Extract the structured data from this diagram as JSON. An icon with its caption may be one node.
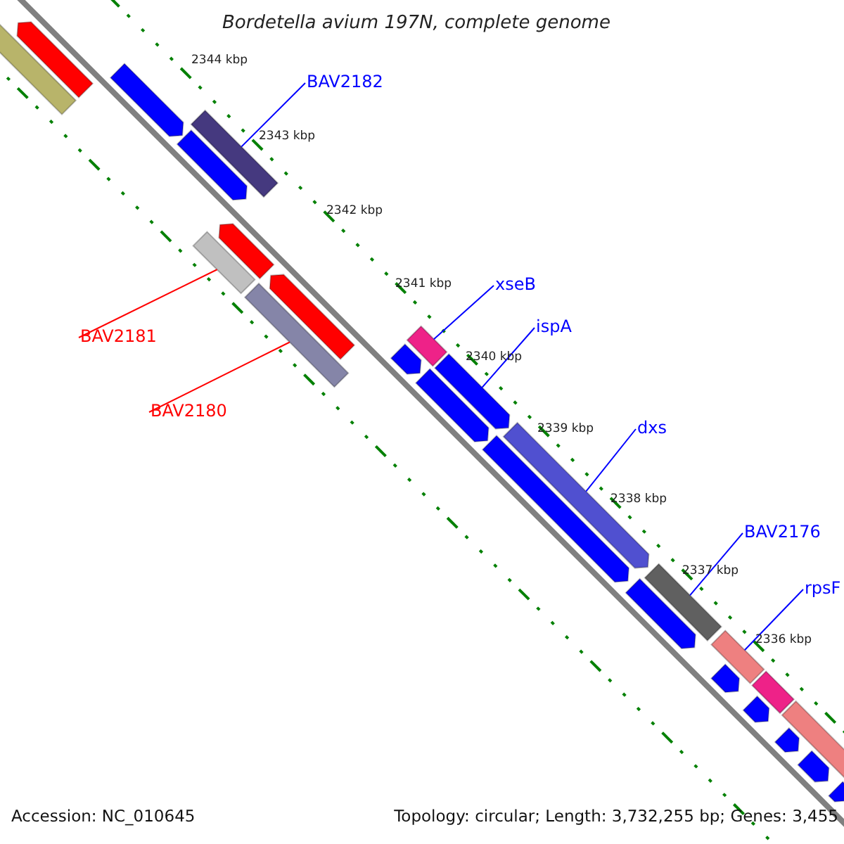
{
  "diagram": {
    "title": "Bordetella avium 197N, complete genome",
    "nodes": [
      {
        "text": [
          "BAV2182"
        ]
      },
      {
        "text": [
          "BAV2181"
        ]
      },
      {
        "text": [
          "BAV2180"
        ]
      },
      {
        "text": [
          "xseB"
        ]
      },
      {
        "text": [
          "ispA"
        ]
      },
      {
        "text": [
          "dxs"
        ]
      },
      {
        "text": [
          "BAV2176"
        ]
      },
      {
        "text": [
          "rpsF"
        ]
      },
      {
        "text": [],
        "shape": "bar"
      },
      {
        "text": [],
        "shape": "bar"
      },
      {
        "text": [],
        "shape": "bar"
      },
      {
        "text": [],
        "shape": "bar"
      },
      {
        "text": [],
        "shape": "bar"
      },
      {
        "text": [],
        "shape": "bar"
      },
      {
        "text": [],
        "shape": "bar"
      },
      {
        "text": [],
        "shape": "bar"
      },
      {
        "text": [],
        "shape": "bar"
      },
      {
        "text": [],
        "shape": "bar"
      },
      {
        "text": [],
        "shape": "bar"
      },
      {
        "text": [],
        "shape": "bar"
      },
      {
        "text": [],
        "shape": "bar"
      },
      {
        "text": [],
        "shape": "bar"
      },
      {
        "text": [],
        "shape": "bar"
      },
      {
        "text": [],
        "shape": "bar"
      },
      {
        "text": [],
        "shape": "bar"
      },
      {
        "text": [],
        "shape": "bar"
      },
      {
        "text": [],
        "shape": "bar"
      },
      {
        "text": [],
        "shape": "bar"
      },
      {
        "text": [],
        "shape": "bar"
      },
      {
        "text": [],
        "shape": "bar"
      },
      {
        "text": [],
        "shape": "bar"
      },
      {
        "text": [],
        "shape": "bar"
      },
      {
        "text": [],
        "shape": "bar"
      }
    ],
    "edges": [
      {
        "from": 0,
        "to": 12,
        "arrow": "none"
      },
      {
        "from": 1,
        "to": 13,
        "arrow": "none",
        "color": "#ff0000"
      },
      {
        "from": 2,
        "to": 15,
        "arrow": "none",
        "color": "#ff0000"
      },
      {
        "from": 3,
        "to": 17,
        "arrow": "none"
      },
      {
        "from": 4,
        "to": 19,
        "arrow": "none"
      },
      {
        "from": 5,
        "to": 21,
        "arrow": "none"
      },
      {
        "from": 6,
        "to": 23,
        "arrow": "none"
      },
      {
        "from": 7,
        "to": 25,
        "arrow": "none"
      }
    ],
    "labels": [
      "2344 kbp",
      "2343 kbp",
      "2342 kbp",
      "2341 kbp",
      "2340 kbp",
      "2339 kbp",
      "2338 kbp",
      "2337 kbp",
      "2336 kbp",
      "Accession: NC_010645",
      "Topology: circular; Length: 3,732,255 bp; Genes: 3,455"
    ]
  }
}
